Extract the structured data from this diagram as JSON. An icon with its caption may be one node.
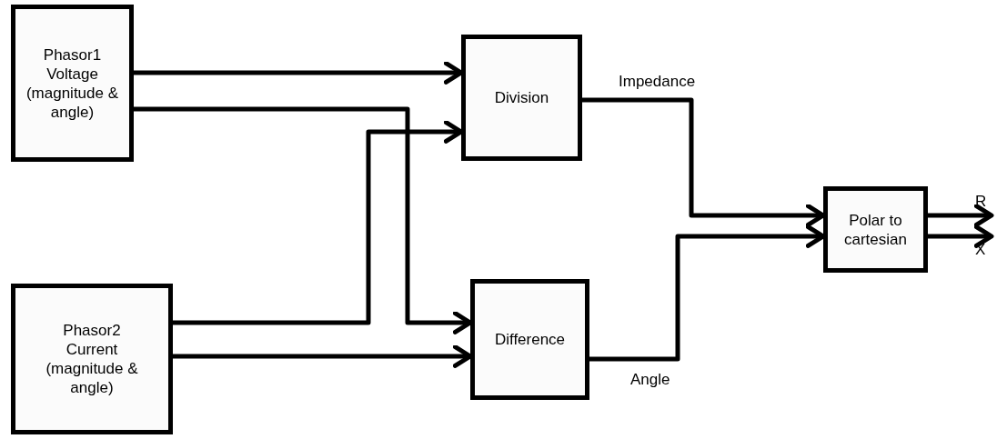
{
  "diagram": {
    "nodes": [
      {
        "text": [
          "Phasor1 Voltage (magnitude & angle)"
        ]
      },
      {
        "text": [
          "Phasor2 Current (magnitude & angle)"
        ]
      },
      {
        "text": [
          "Division"
        ]
      },
      {
        "text": [
          "Difference"
        ]
      },
      {
        "text": [
          "Polar to cartesian"
        ]
      }
    ],
    "edges": [
      {
        "from": 0,
        "to": 2,
        "arrow": "to"
      },
      {
        "from": 0,
        "to": 3,
        "arrow": "to"
      },
      {
        "from": 1,
        "to": 2,
        "arrow": "to"
      },
      {
        "from": 1,
        "to": 3,
        "arrow": "to"
      },
      {
        "from": 2,
        "to": 4,
        "arrow": "to",
        "label": "Impedance"
      },
      {
        "from": 3,
        "to": 4,
        "arrow": "to",
        "label": "Angle"
      },
      {
        "from": 4,
        "to": null,
        "arrow": "to",
        "label": "R"
      },
      {
        "from": 4,
        "to": null,
        "arrow": "to",
        "label": "X"
      }
    ]
  }
}
